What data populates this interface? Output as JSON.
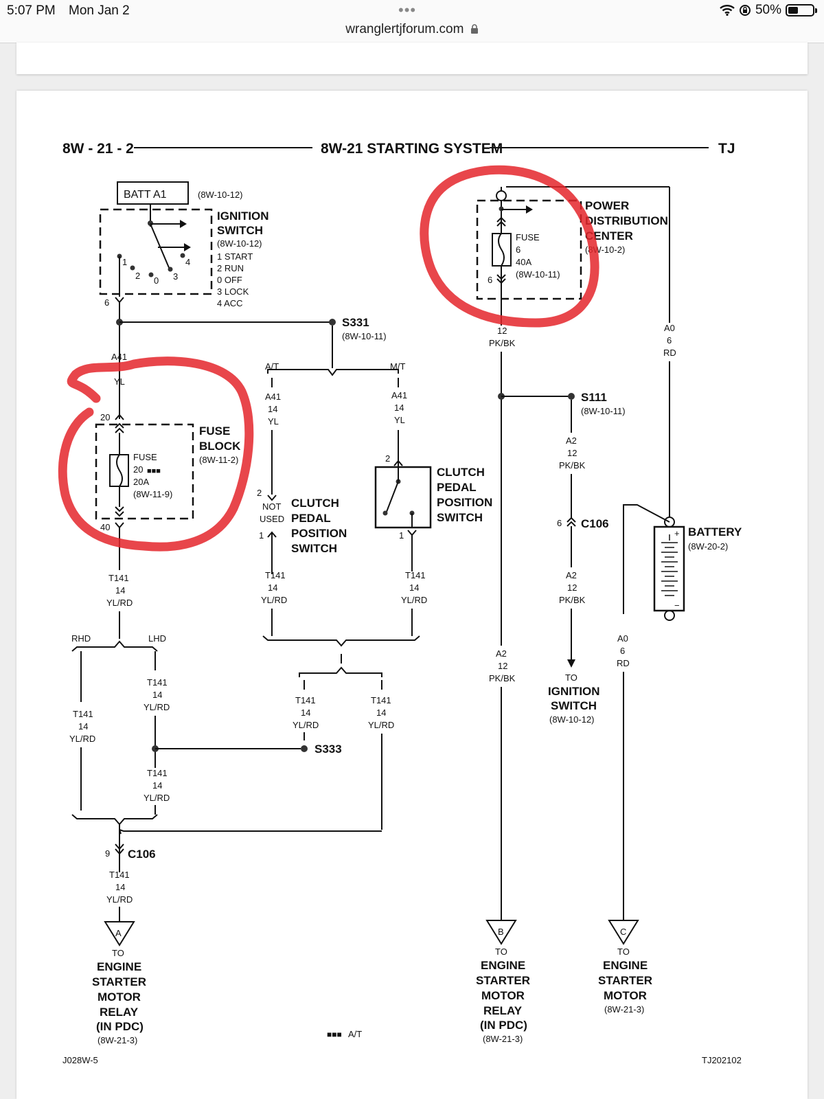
{
  "status_bar": {
    "time": "5:07 PM",
    "date": "Mon Jan 2",
    "url": "wranglertjforum.com",
    "battery": "50%",
    "icons": [
      "wifi-icon",
      "lock-rotation-icon",
      "battery-icon",
      "padlock-icon",
      "more-dots-icon"
    ],
    "dots": "•••"
  },
  "header": {
    "page_ref": "8W - 21 - 2",
    "title": "8W-21 STARTING SYSTEM",
    "model": "TJ"
  },
  "footer": {
    "left_code": "J028W-5",
    "right_code": "TJ202102",
    "legend_mark": "■■■",
    "legend_text": "A/T"
  },
  "components": {
    "batt_a1": {
      "label": "BATT A1",
      "ref": "(8W-10-12)"
    },
    "ignition_switch": {
      "name": [
        "IGNITION",
        "SWITCH"
      ],
      "ref": "(8W-10-12)",
      "positions": [
        "1 START",
        "2 RUN",
        "0 OFF",
        "3 LOCK",
        "4 ACC"
      ],
      "pin_labels": [
        "1",
        "2",
        "0",
        "3",
        "4"
      ],
      "connector_pin": "6"
    },
    "pdc": {
      "name": [
        "POWER",
        "DISTRIBUTION",
        "CENTER"
      ],
      "ref": "(8W-10-2)",
      "fuse": [
        "FUSE",
        "6",
        "40A",
        "(8W-10-11)"
      ],
      "pin": "6"
    },
    "fuse_block": {
      "name": [
        "FUSE",
        "BLOCK"
      ],
      "ref": "(8W-11-2)",
      "fuse": [
        "FUSE",
        "20",
        "20A",
        "(8W-11-9)"
      ],
      "fuse_mark": "■■■",
      "pin_in": "20",
      "pin_out": "40"
    },
    "clutch_at": {
      "name": [
        "CLUTCH",
        "PEDAL",
        "POSITION",
        "SWITCH"
      ],
      "not_used": [
        "NOT",
        "USED"
      ],
      "pin_top": "2",
      "pin_bottom": "1"
    },
    "clutch_mt": {
      "name": [
        "CLUTCH",
        "PEDAL",
        "POSITION",
        "SWITCH"
      ],
      "pin_top": "2",
      "pin_bottom": "1"
    },
    "battery": {
      "name": "BATTERY",
      "ref": "(8W-20-2)",
      "plus": "+",
      "minus": "−"
    }
  },
  "splices": {
    "s331": {
      "label": "S331",
      "ref": "(8W-10-11)"
    },
    "s111": {
      "label": "S111",
      "ref": "(8W-10-11)"
    },
    "s333": {
      "label": "S333"
    }
  },
  "connectors": {
    "c106_top": {
      "label": "C106",
      "pin": "6"
    },
    "c106_bottom": {
      "label": "C106",
      "pin": "9"
    }
  },
  "branches": {
    "at": "A/T",
    "mt": "M/T",
    "rhd": "RHD",
    "lhd": "LHD"
  },
  "wires": {
    "a41_main": [
      "A41",
      "YL"
    ],
    "a41_at": [
      "A41",
      "14",
      "YL"
    ],
    "a41_mt": [
      "A41",
      "14",
      "YL"
    ],
    "pdc_out": [
      "12",
      "PK/BK"
    ],
    "a0_top": [
      "A0",
      "6",
      "RD"
    ],
    "a2_s111": [
      "A2",
      "12",
      "PK/BK"
    ],
    "a2_c106": [
      "A2",
      "12",
      "PK/BK"
    ],
    "a2_main": [
      "A2",
      "12",
      "PK/BK"
    ],
    "a0_bottom": [
      "A0",
      "6",
      "RD"
    ],
    "t141_fuse": [
      "T141",
      "14",
      "YL/RD"
    ],
    "t141_at": [
      "T141",
      "14",
      "YL/RD"
    ],
    "t141_mt": [
      "T141",
      "14",
      "YL/RD"
    ],
    "t141_rhd": [
      "T141",
      "14",
      "YL/RD"
    ],
    "t141_lhd": [
      "T141",
      "14",
      "YL/RD"
    ],
    "t141_s333_left": [
      "T141",
      "14",
      "YL/RD"
    ],
    "t141_s333_right": [
      "T141",
      "14",
      "YL/RD"
    ],
    "t141_lhd_lower": [
      "T141",
      "14",
      "YL/RD"
    ],
    "t141_c106": [
      "T141",
      "14",
      "YL/RD"
    ]
  },
  "destinations": {
    "a": {
      "letter": "A",
      "lines": [
        "TO",
        "ENGINE",
        "STARTER",
        "MOTOR",
        "RELAY",
        "(IN PDC)"
      ],
      "ref": "(8W-21-3)"
    },
    "b": {
      "letter": "B",
      "lines": [
        "TO",
        "ENGINE",
        "STARTER",
        "MOTOR",
        "RELAY",
        "(IN PDC)"
      ],
      "ref": "(8W-21-3)"
    },
    "c": {
      "letter": "C",
      "lines": [
        "TO",
        "ENGINE",
        "STARTER",
        "MOTOR"
      ],
      "ref": "(8W-21-3)"
    },
    "ign": {
      "lines": [
        "TO",
        "IGNITION",
        "SWITCH"
      ],
      "ref": "(8W-10-12)"
    }
  },
  "annotation_color": "#e4262c"
}
